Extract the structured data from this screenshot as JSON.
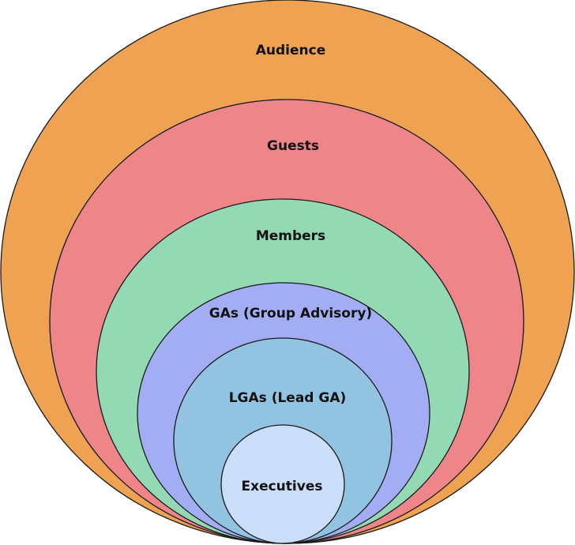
{
  "diagram": {
    "rings": [
      {
        "label": "Audience",
        "color": "#EEA252"
      },
      {
        "label": "Guests",
        "color": "#EE8689"
      },
      {
        "label": "Members",
        "color": "#93DAB4"
      },
      {
        "label": "GAs (Group Advisory)",
        "color": "#A3ADF3"
      },
      {
        "label": "LGAs (Lead GA)",
        "color": "#92C3E1"
      },
      {
        "label": "Executives",
        "color": "#CADDF9"
      }
    ]
  }
}
